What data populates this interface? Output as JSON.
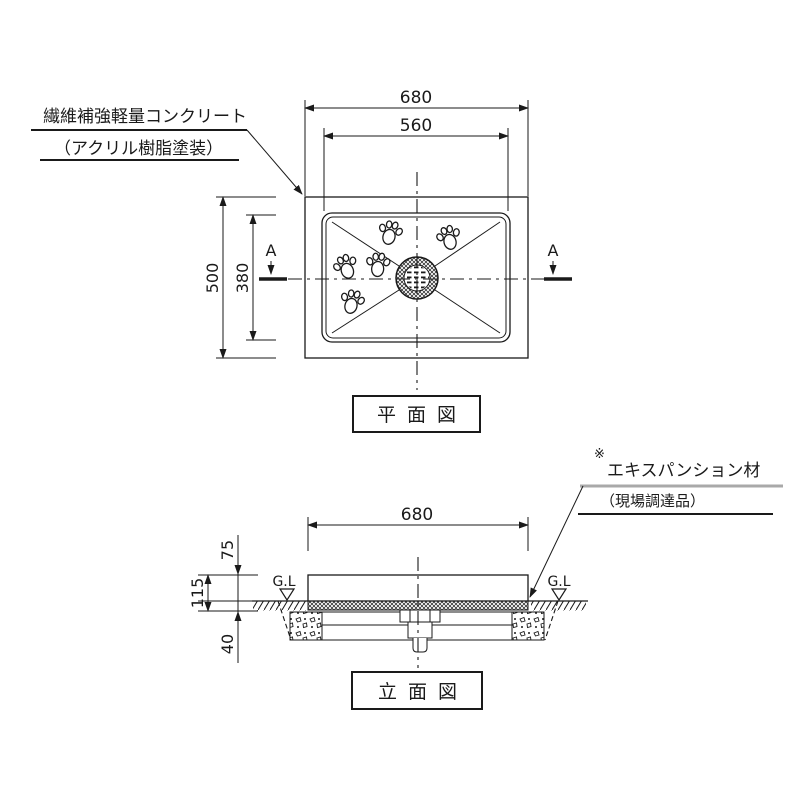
{
  "drawing": {
    "material_label": {
      "line1": "繊維補強軽量コンクリート",
      "line2": "（アクリル樹脂塗装）"
    },
    "expansion_label": {
      "ref_mark": "※",
      "line1": "エキスパンション材",
      "line2": "（現場調達品）"
    },
    "plan": {
      "title": "平面図",
      "dim_outer_width": "680",
      "dim_inner_width": "560",
      "dim_outer_height": "500",
      "dim_inner_height": "380",
      "section_marker": "A"
    },
    "elevation": {
      "title": "立面図",
      "dim_width": "680",
      "dim_above_ground": "75",
      "dim_total_height": "115",
      "dim_below_ground": "40",
      "ground_level": "G.L"
    },
    "colors": {
      "line": "#1a1a1a",
      "grey_line": "#a9a9a9",
      "background": "#ffffff"
    }
  }
}
